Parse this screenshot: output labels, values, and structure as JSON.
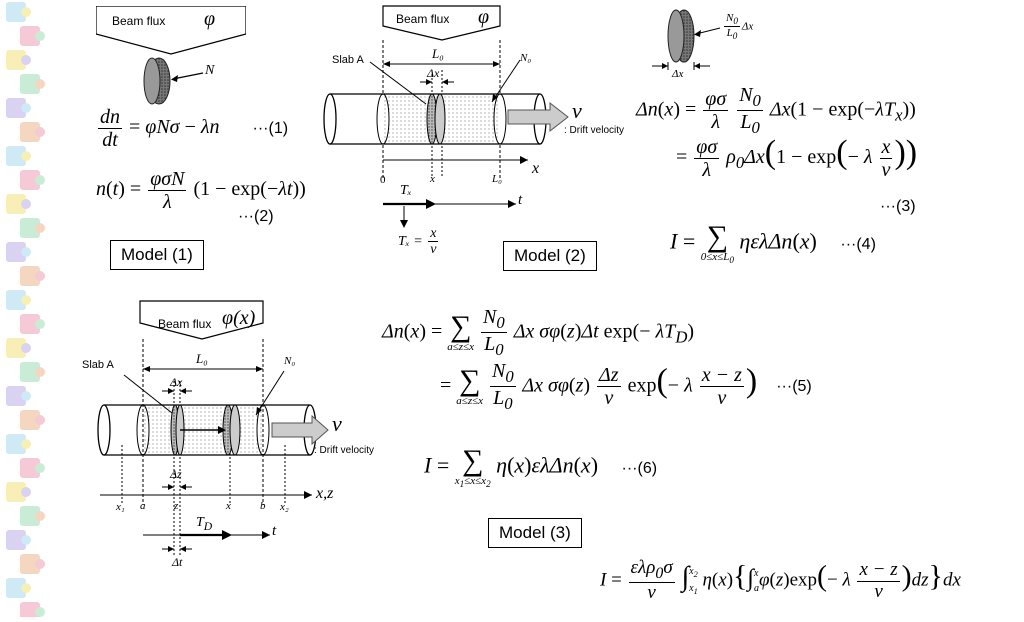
{
  "model1": {
    "beam_label": "Beam flux",
    "beam_symbol": "φ",
    "target_label": "N",
    "eq1_tag": "···(1)",
    "eq2_tag": "···(2)",
    "box_label": "Model (1)"
  },
  "model2": {
    "beam_label": "Beam flux",
    "beam_symbol": "φ",
    "slab_label": "Slab A",
    "length_label": "L₀",
    "n0_label": "N₀",
    "dx_label": "Δx",
    "velocity_symbol": "v",
    "drift_label": ": Drift  velocity",
    "axis_x": "x",
    "axis_t": "t",
    "tick_0": "0",
    "tick_x": "x",
    "tick_L0": "L₀",
    "tx_label": "Tₓ",
    "tx_formula_lhs": "Tₓ =",
    "tx_formula_num": "x",
    "tx_formula_den": "v",
    "box_label": "Model (2)",
    "eq3_tag": "···(3)",
    "eq4_tag": "···(4)"
  },
  "model3": {
    "beam_label": "Beam flux",
    "beam_symbol": "φ(x)",
    "slab_label": "Slab A",
    "length_label": "L₀",
    "n0_label": "N₀",
    "dx_label": "Δx",
    "dz_label": "Δz",
    "velocity_symbol": "v",
    "drift_label": ": Drift  velocity",
    "axis_xz": "x,z",
    "axis_t": "t",
    "ticks": [
      "x₁",
      "a",
      "z",
      "x",
      "b",
      "x₂"
    ],
    "td_label": "T_D",
    "dt_label": "Δt",
    "box_label": "Model (3)",
    "eq5_tag": "···(5)",
    "eq6_tag": "···(6)"
  }
}
